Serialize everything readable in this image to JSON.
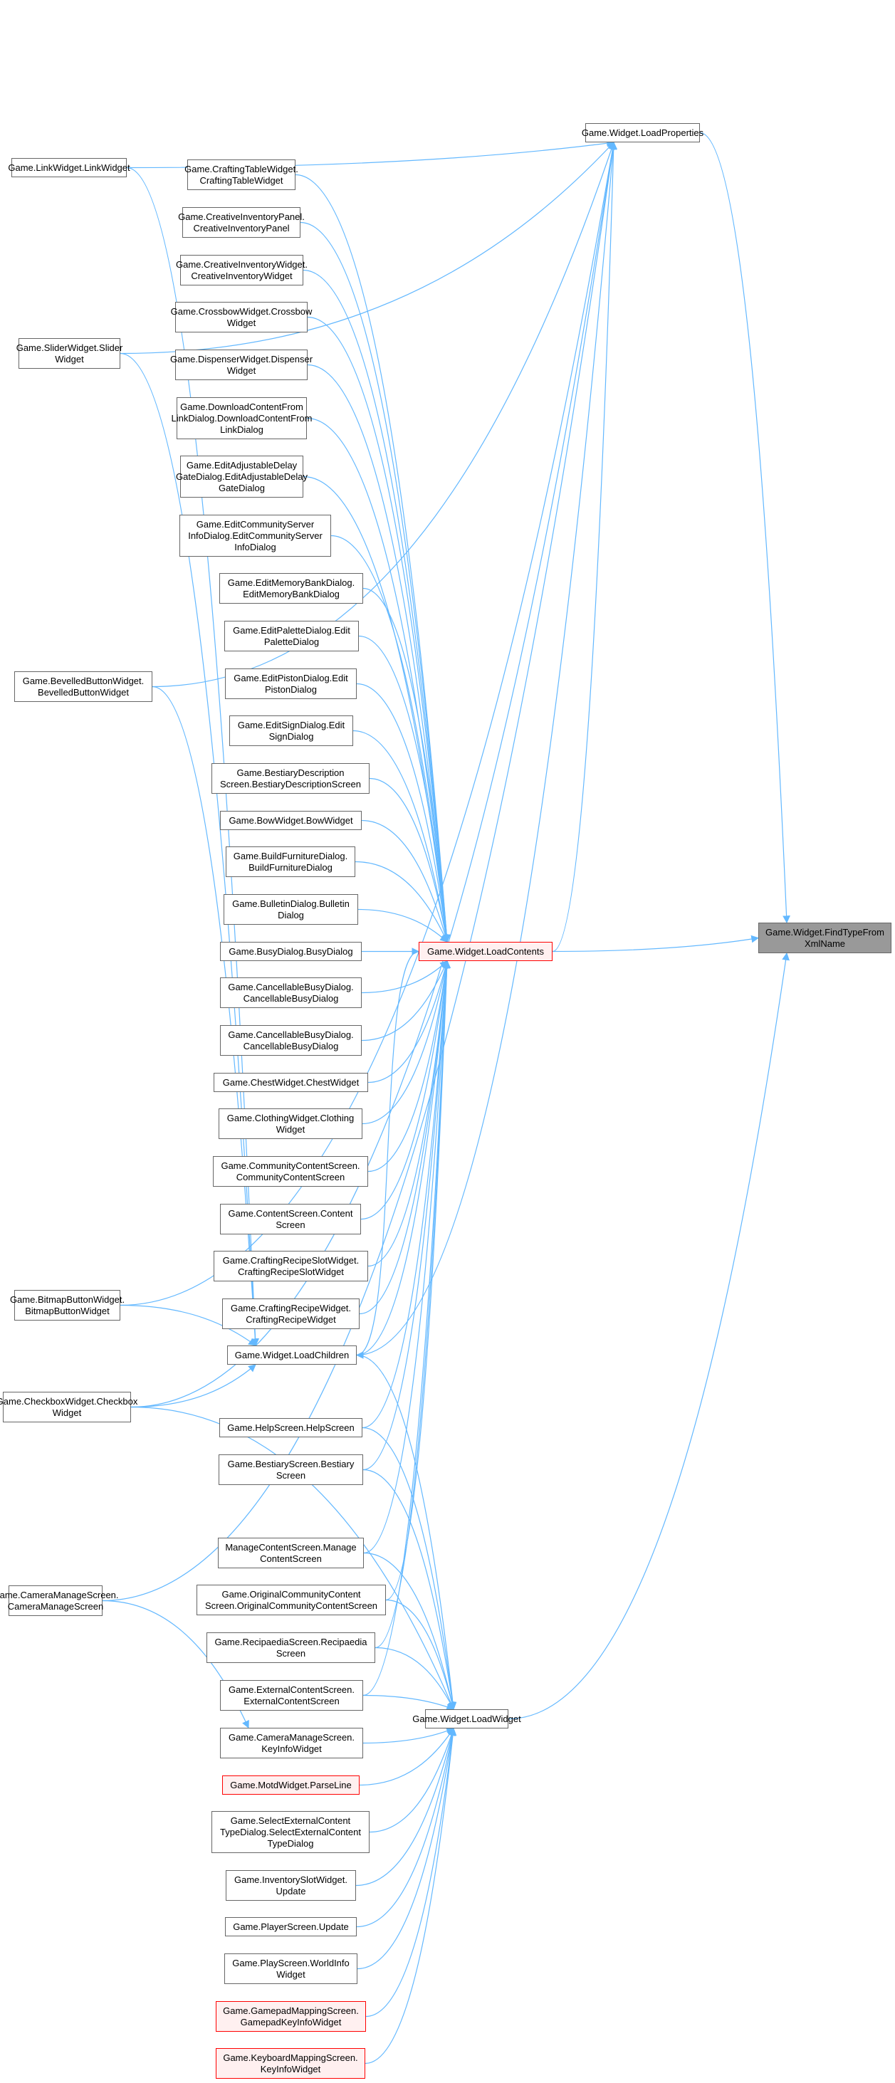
{
  "diagram": {
    "type": "call-graph",
    "edge_color": "#63b8ff",
    "highlight_fill": "#fff0f0",
    "highlight_border": "#ff0000",
    "focus_fill": "#999999",
    "nodes": {
      "findtype": {
        "label": "Game.Widget.FindTypeFrom\nXmlName",
        "style": "focus"
      },
      "loadprops": {
        "label": "Game.Widget.LoadProperties",
        "style": "normal"
      },
      "loadcontents": {
        "label": "Game.Widget.LoadContents",
        "style": "highlight"
      },
      "loadchildren": {
        "label": "Game.Widget.LoadChildren",
        "style": "normal"
      },
      "loadwidget": {
        "label": "Game.Widget.LoadWidget",
        "style": "normal"
      },
      "link": {
        "label": "Game.LinkWidget.LinkWidget",
        "style": "normal"
      },
      "slider": {
        "label": "Game.SliderWidget.Slider\nWidget",
        "style": "normal"
      },
      "bevelled": {
        "label": "Game.BevelledButtonWidget.\nBevelledButtonWidget",
        "style": "normal"
      },
      "bitmap": {
        "label": "Game.BitmapButtonWidget.\nBitmapButtonWidget",
        "style": "normal"
      },
      "checkbox": {
        "label": "Game.CheckboxWidget.Checkbox\nWidget",
        "style": "normal"
      },
      "cameramanage": {
        "label": "Game.CameraManageScreen.\nCameraManageScreen",
        "style": "normal"
      },
      "craftingtable": {
        "label": "Game.CraftingTableWidget.\nCraftingTableWidget",
        "style": "normal"
      },
      "creativepanel": {
        "label": "Game.CreativeInventoryPanel.\nCreativeInventoryPanel",
        "style": "normal"
      },
      "creativewidget": {
        "label": "Game.CreativeInventoryWidget.\nCreativeInventoryWidget",
        "style": "normal"
      },
      "crossbow": {
        "label": "Game.CrossbowWidget.Crossbow\nWidget",
        "style": "normal"
      },
      "dispenser": {
        "label": "Game.DispenserWidget.Dispenser\nWidget",
        "style": "normal"
      },
      "download": {
        "label": "Game.DownloadContentFrom\nLinkDialog.DownloadContentFrom\nLinkDialog",
        "style": "normal"
      },
      "editdelay": {
        "label": "Game.EditAdjustableDelay\nGateDialog.EditAdjustableDelay\nGateDialog",
        "style": "normal"
      },
      "editcommunity": {
        "label": "Game.EditCommunityServer\nInfoDialog.EditCommunityServer\nInfoDialog",
        "style": "normal"
      },
      "editmemory": {
        "label": "Game.EditMemoryBankDialog.\nEditMemoryBankDialog",
        "style": "normal"
      },
      "editpalette": {
        "label": "Game.EditPaletteDialog.Edit\nPaletteDialog",
        "style": "normal"
      },
      "editpiston": {
        "label": "Game.EditPistonDialog.Edit\nPistonDialog",
        "style": "normal"
      },
      "editsign": {
        "label": "Game.EditSignDialog.Edit\nSignDialog",
        "style": "normal"
      },
      "bestiarydesc": {
        "label": "Game.BestiaryDescription\nScreen.BestiaryDescriptionScreen",
        "style": "normal"
      },
      "bow": {
        "label": "Game.BowWidget.BowWidget",
        "style": "normal"
      },
      "buildfurniture": {
        "label": "Game.BuildFurnitureDialog.\nBuildFurnitureDialog",
        "style": "normal"
      },
      "bulletin": {
        "label": "Game.BulletinDialog.Bulletin\nDialog",
        "style": "normal"
      },
      "busy": {
        "label": "Game.BusyDialog.BusyDialog",
        "style": "normal"
      },
      "cancellable1": {
        "label": "Game.CancellableBusyDialog.\nCancellableBusyDialog",
        "style": "normal"
      },
      "cancellable2": {
        "label": "Game.CancellableBusyDialog.\nCancellableBusyDialog",
        "style": "normal"
      },
      "chest": {
        "label": "Game.ChestWidget.ChestWidget",
        "style": "normal"
      },
      "clothing": {
        "label": "Game.ClothingWidget.Clothing\nWidget",
        "style": "normal"
      },
      "communitycontent": {
        "label": "Game.CommunityContentScreen.\nCommunityContentScreen",
        "style": "normal"
      },
      "contentscreen": {
        "label": "Game.ContentScreen.Content\nScreen",
        "style": "normal"
      },
      "recipeslot": {
        "label": "Game.CraftingRecipeSlotWidget.\nCraftingRecipeSlotWidget",
        "style": "normal"
      },
      "recipewidget": {
        "label": "Game.CraftingRecipeWidget.\nCraftingRecipeWidget",
        "style": "normal"
      },
      "help": {
        "label": "Game.HelpScreen.HelpScreen",
        "style": "normal"
      },
      "bestiary": {
        "label": "Game.BestiaryScreen.Bestiary\nScreen",
        "style": "normal"
      },
      "managecontent": {
        "label": "ManageContentScreen.Manage\nContentScreen",
        "style": "normal"
      },
      "originalcommunity": {
        "label": "Game.OriginalCommunityContent\nScreen.OriginalCommunityContentScreen",
        "style": "normal"
      },
      "recipaedia": {
        "label": "Game.RecipaediaScreen.Recipaedia\nScreen",
        "style": "normal"
      },
      "externalcontent": {
        "label": "Game.ExternalContentScreen.\nExternalContentScreen",
        "style": "normal"
      },
      "camerakeyinfo": {
        "label": "Game.CameraManageScreen.\nKeyInfoWidget",
        "style": "normal"
      },
      "motd": {
        "label": "Game.MotdWidget.ParseLine",
        "style": "highlight"
      },
      "selectexternal": {
        "label": "Game.SelectExternalContent\nTypeDialog.SelectExternalContent\nTypeDialog",
        "style": "normal"
      },
      "inventoryslot": {
        "label": "Game.InventorySlotWidget.\nUpdate",
        "style": "normal"
      },
      "playerscreen": {
        "label": "Game.PlayerScreen.Update",
        "style": "normal"
      },
      "worldinfo": {
        "label": "Game.PlayScreen.WorldInfo\nWidget",
        "style": "normal"
      },
      "gamepad": {
        "label": "Game.GamepadMappingScreen.\nGamepadKeyInfoWidget",
        "style": "highlight"
      },
      "keyboard": {
        "label": "Game.KeyboardMappingScreen.\nKeyInfoWidget",
        "style": "highlight"
      }
    },
    "edges": [
      [
        "loadprops",
        "findtype"
      ],
      [
        "loadcontents",
        "findtype"
      ],
      [
        "loadwidget",
        "findtype"
      ],
      [
        "link",
        "loadprops"
      ],
      [
        "slider",
        "loadprops"
      ],
      [
        "bevelled",
        "loadprops"
      ],
      [
        "bitmap",
        "loadprops"
      ],
      [
        "checkbox",
        "loadprops"
      ],
      [
        "cameramanage",
        "loadprops"
      ],
      [
        "loadcontents",
        "loadprops"
      ],
      [
        "loadchildren",
        "loadprops"
      ],
      [
        "link",
        "loadchildren"
      ],
      [
        "slider",
        "loadchildren"
      ],
      [
        "bevelled",
        "loadchildren"
      ],
      [
        "bitmap",
        "loadchildren"
      ],
      [
        "checkbox",
        "loadchildren"
      ],
      [
        "loadcontents",
        "loadchildren"
      ],
      [
        "loadchildren",
        "loadcontents"
      ],
      [
        "loadchildren",
        "loadwidget"
      ],
      [
        "checkbox",
        "loadwidget"
      ],
      [
        "cameramanage",
        "camerakeyinfo"
      ],
      [
        "craftingtable",
        "loadcontents"
      ],
      [
        "creativepanel",
        "loadcontents"
      ],
      [
        "creativewidget",
        "loadcontents"
      ],
      [
        "crossbow",
        "loadcontents"
      ],
      [
        "dispenser",
        "loadcontents"
      ],
      [
        "download",
        "loadcontents"
      ],
      [
        "editdelay",
        "loadcontents"
      ],
      [
        "editcommunity",
        "loadcontents"
      ],
      [
        "editmemory",
        "loadcontents"
      ],
      [
        "editpalette",
        "loadcontents"
      ],
      [
        "editpiston",
        "loadcontents"
      ],
      [
        "editsign",
        "loadcontents"
      ],
      [
        "bestiarydesc",
        "loadcontents"
      ],
      [
        "bow",
        "loadcontents"
      ],
      [
        "buildfurniture",
        "loadcontents"
      ],
      [
        "bulletin",
        "loadcontents"
      ],
      [
        "busy",
        "loadcontents"
      ],
      [
        "cancellable1",
        "loadcontents"
      ],
      [
        "cancellable2",
        "loadcontents"
      ],
      [
        "chest",
        "loadcontents"
      ],
      [
        "clothing",
        "loadcontents"
      ],
      [
        "communitycontent",
        "loadcontents"
      ],
      [
        "contentscreen",
        "loadcontents"
      ],
      [
        "recipeslot",
        "loadcontents"
      ],
      [
        "recipewidget",
        "loadcontents"
      ],
      [
        "help",
        "loadcontents"
      ],
      [
        "bestiary",
        "loadcontents"
      ],
      [
        "managecontent",
        "loadcontents"
      ],
      [
        "originalcommunity",
        "loadcontents"
      ],
      [
        "recipaedia",
        "loadcontents"
      ],
      [
        "externalcontent",
        "loadcontents"
      ],
      [
        "help",
        "loadwidget"
      ],
      [
        "bestiary",
        "loadwidget"
      ],
      [
        "managecontent",
        "loadwidget"
      ],
      [
        "originalcommunity",
        "loadwidget"
      ],
      [
        "recipaedia",
        "loadwidget"
      ],
      [
        "externalcontent",
        "loadwidget"
      ],
      [
        "camerakeyinfo",
        "loadwidget"
      ],
      [
        "motd",
        "loadwidget"
      ],
      [
        "selectexternal",
        "loadwidget"
      ],
      [
        "inventoryslot",
        "loadwidget"
      ],
      [
        "playerscreen",
        "loadwidget"
      ],
      [
        "worldinfo",
        "loadwidget"
      ],
      [
        "gamepad",
        "loadwidget"
      ],
      [
        "keyboard",
        "loadwidget"
      ]
    ]
  }
}
